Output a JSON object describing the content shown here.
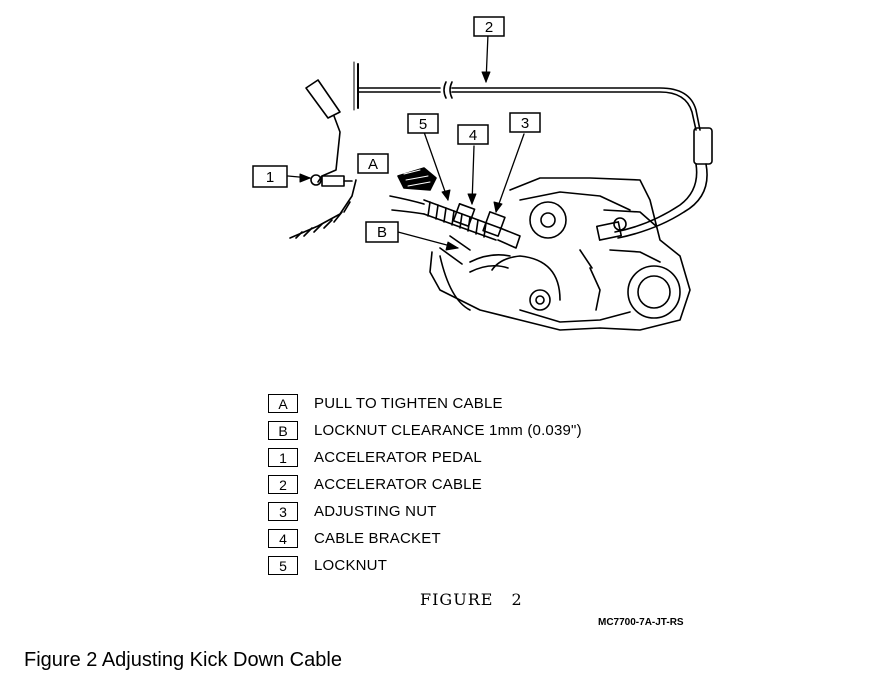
{
  "callouts": {
    "c2": "2",
    "c5": "5",
    "c4": "4",
    "c3": "3",
    "cA": "A",
    "c1": "1",
    "cB": "B"
  },
  "legend": [
    {
      "key": "A",
      "label": "PULL TO TIGHTEN CABLE"
    },
    {
      "key": "B",
      "label": "LOCKNUT CLEARANCE 1mm (0.039\")"
    },
    {
      "key": "1",
      "label": "ACCELERATOR PEDAL"
    },
    {
      "key": "2",
      "label": "ACCELERATOR CABLE"
    },
    {
      "key": "3",
      "label": "ADJUSTING NUT"
    },
    {
      "key": "4",
      "label": "CABLE BRACKET"
    },
    {
      "key": "5",
      "label": "LOCKNUT"
    }
  ],
  "figure_label": "FIGURE 2",
  "code": "MC7700-7A-JT-RS",
  "caption": "Figure 2 Adjusting Kick Down Cable"
}
